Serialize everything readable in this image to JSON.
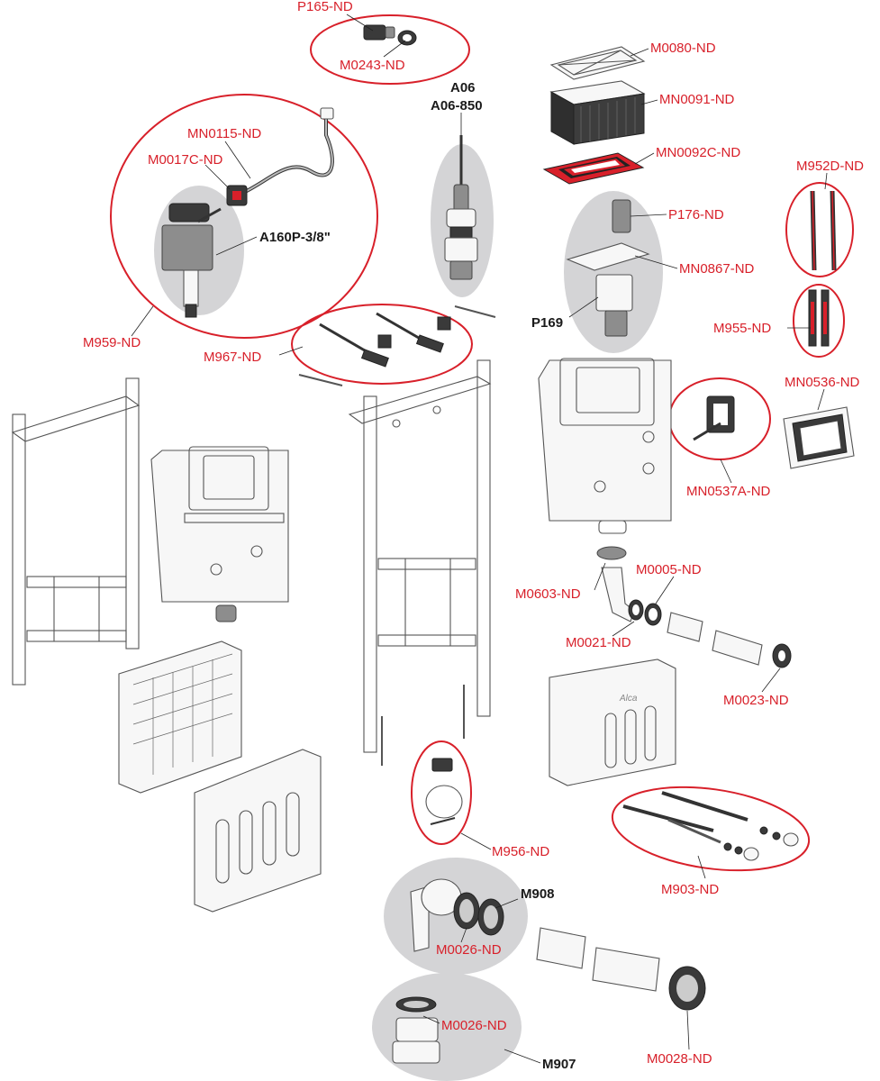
{
  "labels": {
    "p165": "P165-ND",
    "m0243": "M0243-ND",
    "m0080": "M0080-ND",
    "mn0091": "MN0091-ND",
    "mn0092c": "MN0092C-ND",
    "a06": "A06",
    "a06_850": "A06-850",
    "mn0115": "MN0115-ND",
    "m0017c": "M0017C-ND",
    "a160p": "A160P-3/8\"",
    "m952d": "M952D-ND",
    "p176": "P176-ND",
    "mn0867": "MN0867-ND",
    "p169": "P169",
    "m955": "M955-ND",
    "m959": "M959-ND",
    "m967": "M967-ND",
    "mn0536": "MN0536-ND",
    "mn0537a": "MN0537A-ND",
    "m0603": "M0603-ND",
    "m0005": "M0005-ND",
    "m0021": "M0021-ND",
    "m0023": "M0023-ND",
    "m956": "M956-ND",
    "m908": "M908",
    "m903": "M903-ND",
    "m0026_a": "M0026-ND",
    "m0026_b": "M0026-ND",
    "m0028": "M0028-ND",
    "m907": "M907",
    "brand": "Alca"
  },
  "colors": {
    "highlight_ring": "#d8202a",
    "group_shade": "#d4d4d6",
    "label_red": "#d8202a",
    "label_black": "#1a1a1a",
    "outline": "#555555"
  }
}
